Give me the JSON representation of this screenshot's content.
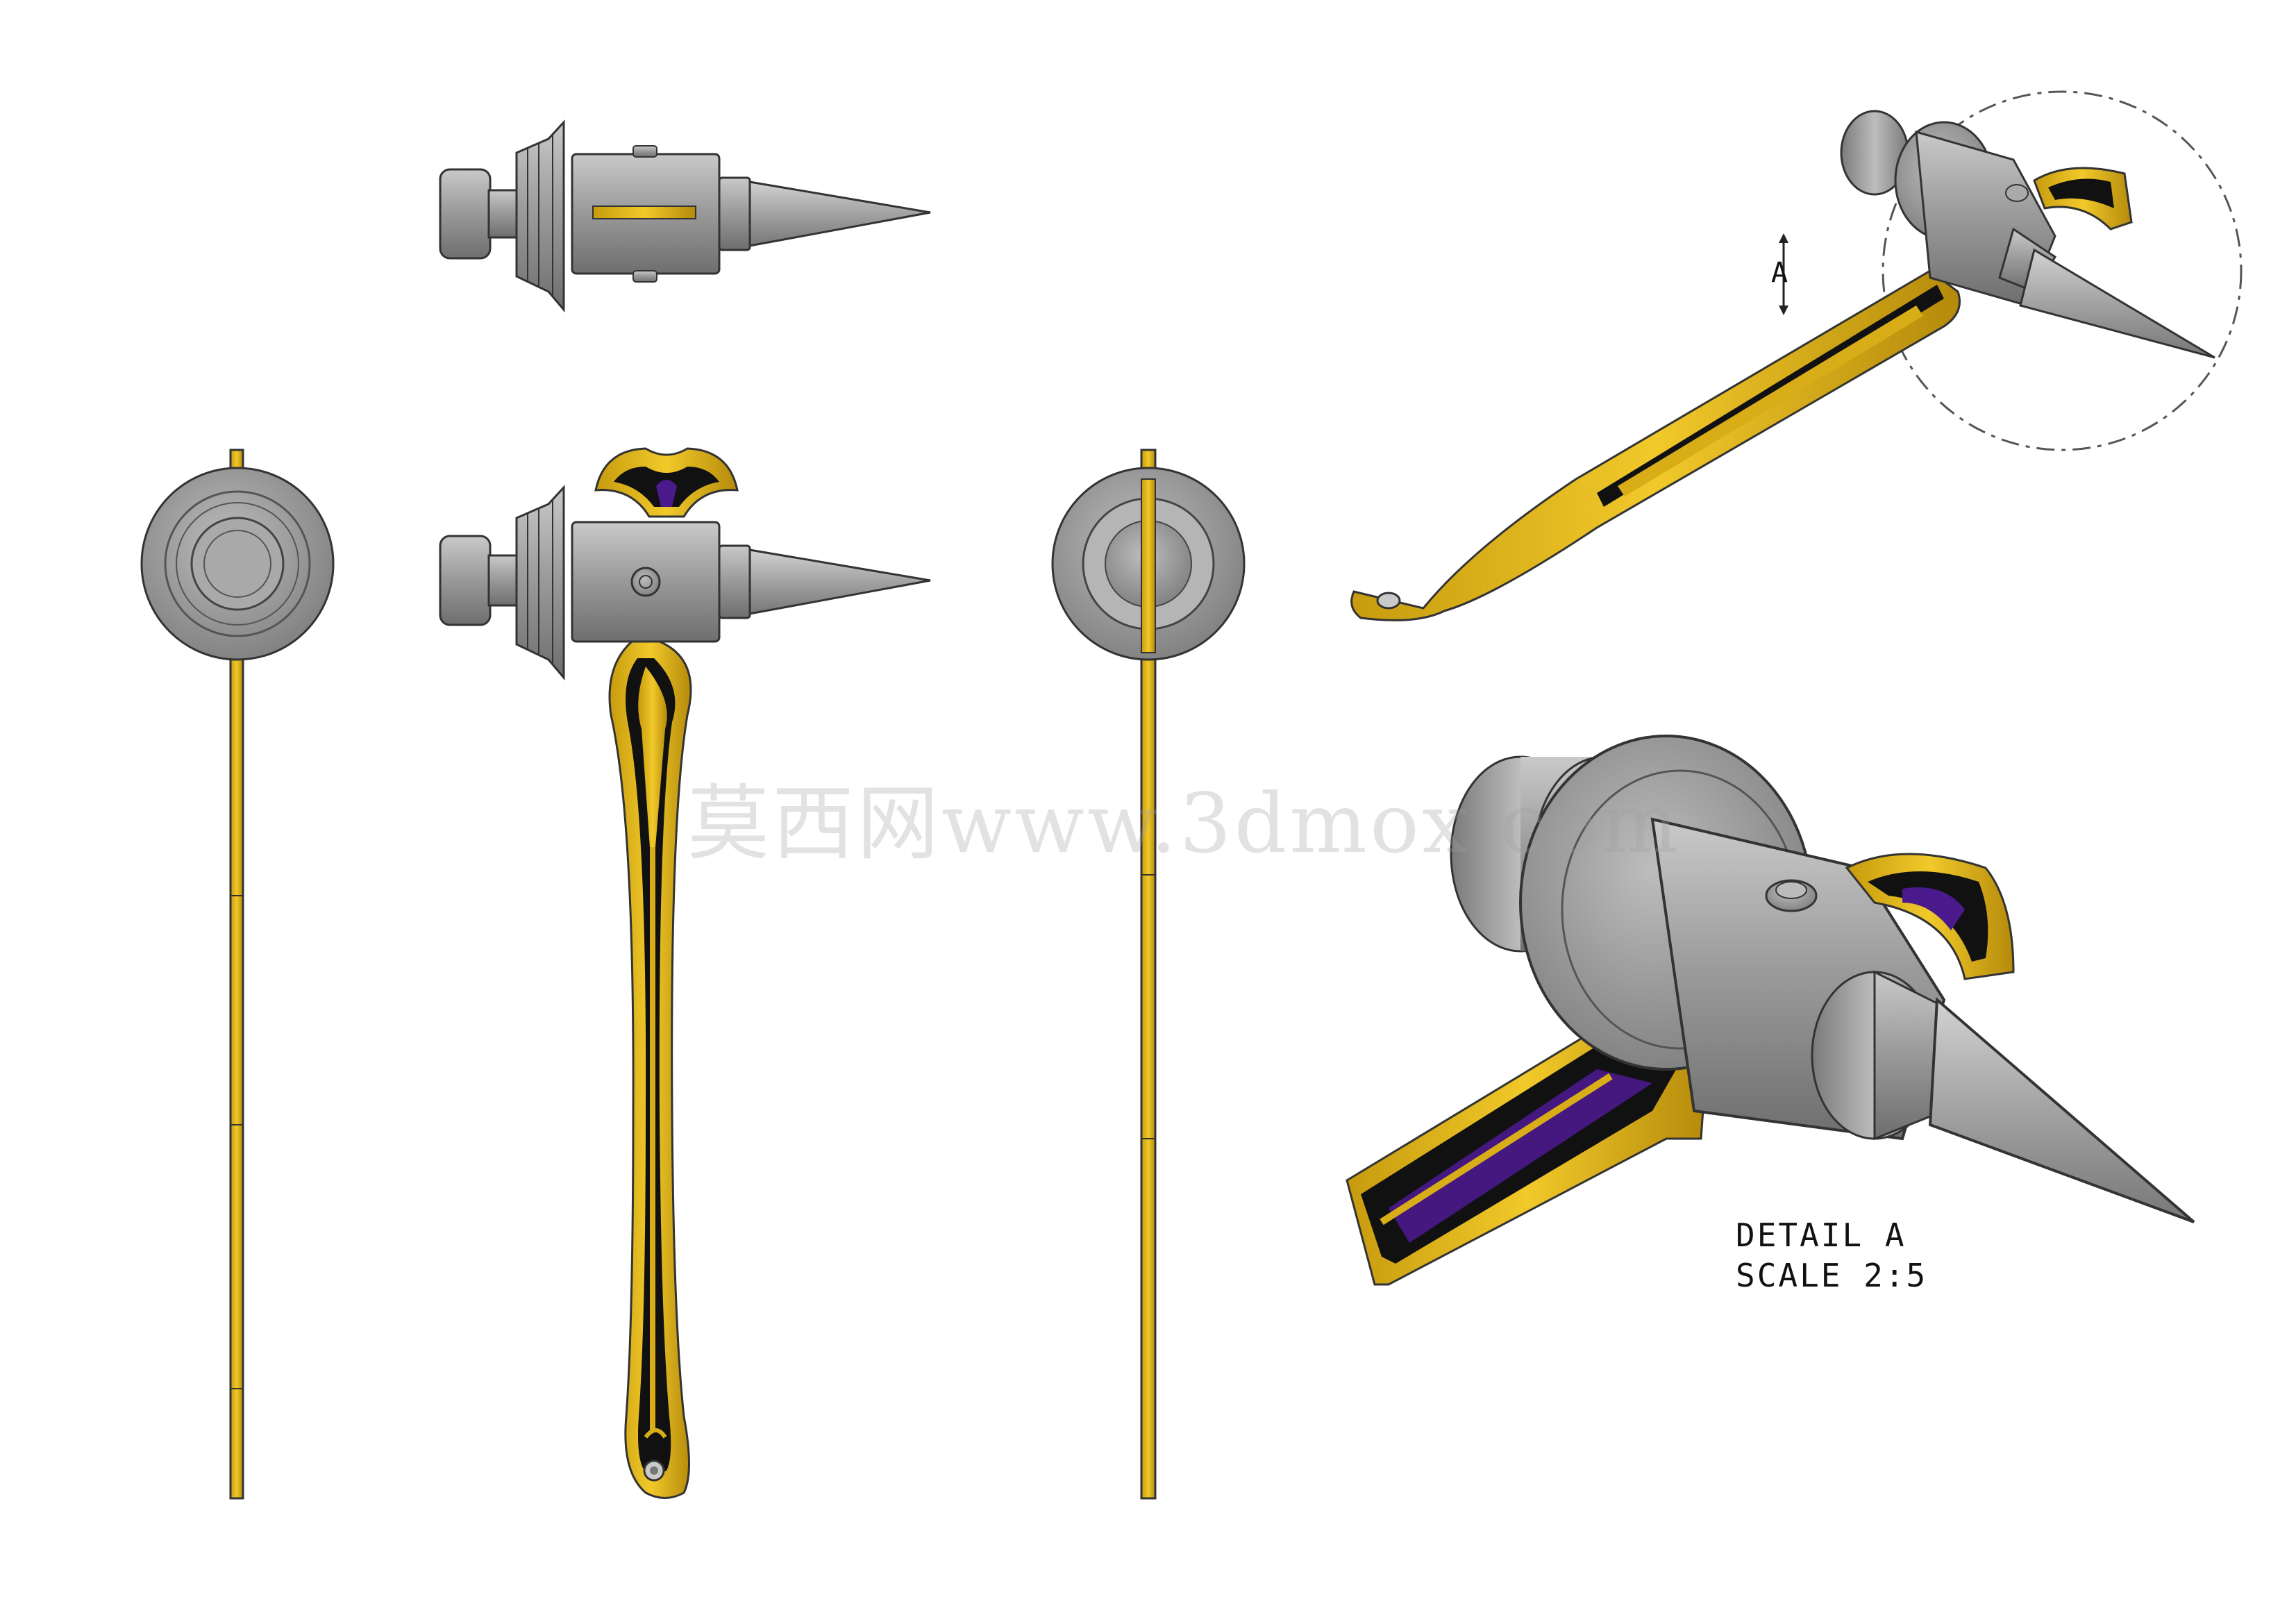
{
  "drawing": {
    "detail_title": "DETAIL A",
    "detail_scale": "SCALE 2:5",
    "callout_letter": "A",
    "watermark": "莫西网www.3dmox.com"
  },
  "colors": {
    "metal": "#9a9a9a",
    "metal_light": "#c4c4c4",
    "metal_dark": "#6b6b6b",
    "gold": "#e6bb1a",
    "gold_dark": "#a8830c",
    "inlay": "#111111",
    "purple": "#4a1a8c",
    "line": "#222222"
  },
  "views": [
    {
      "id": "top-view",
      "description": "Top view of hammer head"
    },
    {
      "id": "side-view-left",
      "description": "Left end view"
    },
    {
      "id": "front-view",
      "description": "Front view"
    },
    {
      "id": "side-view-right",
      "description": "Right end view"
    },
    {
      "id": "isometric-view",
      "description": "Isometric view"
    },
    {
      "id": "detail-a-view",
      "description": "Detail A enlarged"
    }
  ]
}
